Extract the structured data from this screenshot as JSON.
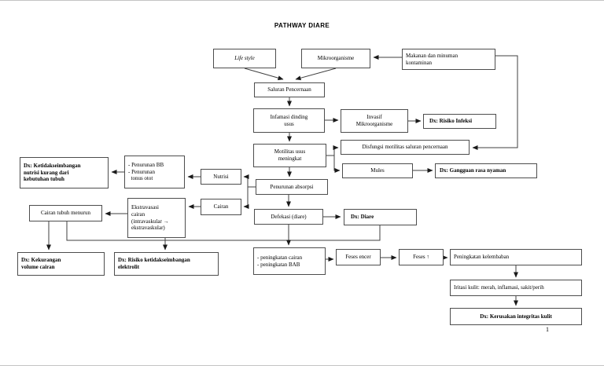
{
  "title": "PATHWAY DIARE",
  "page_number": "1",
  "colors": {
    "background": "#ffffff",
    "box_border": "#4d4d4d",
    "line": "#3f3f3f",
    "text": "#000000"
  },
  "nodes": {
    "life_style": {
      "label": "Life style"
    },
    "mikroorganisme": {
      "label": "Mikroorganisme"
    },
    "makanan_kontaminan": {
      "label": "Makanan dan minuman\nkontaminan"
    },
    "saluran_pencernaan": {
      "label": "Saluran Pencernaan"
    },
    "infamasi_dinding_usus": {
      "label": "Infamasi dinding\nusus"
    },
    "invasif_mikroorganisme": {
      "label": "Invasif\nMikroorganisme"
    },
    "dx_risiko_infeksi": {
      "label": "Dx: Risiko Infeksi"
    },
    "motilitas_usus_meningkat": {
      "label": "Motilitas usus\nmeningkat"
    },
    "disfungsi_motilitas": {
      "label": "Disfungsi motilitas saluran pencernaan"
    },
    "mules": {
      "label": "Mules"
    },
    "dx_gangguan_rasa_nyaman": {
      "label": "Dx: Gangguan rasa nyaman"
    },
    "penurunan_bb": {
      "label": "- Penurunan BB\n- Penurunan\n  tonus otot"
    },
    "nutrisi": {
      "label": "Nutrisi"
    },
    "dx_ketidakseimbangan_nutrisi": {
      "label": "Dx: Ketidakseimbangan\nnutrisi kurang dari\nkebutuhan tubuh"
    },
    "penurunan_absorpsi": {
      "label": "Penurunan absorpsi"
    },
    "cairan": {
      "label": "Cairan"
    },
    "ekstravasasi_cairan": {
      "label": "Ekstravasasi\ncairan\n(intravaskular →\nekstravaskular)"
    },
    "cairan_tubuh_menurun": {
      "label": "Cairan tubuh menurun"
    },
    "defekasi_diare": {
      "label": "Defekasi (diare)"
    },
    "dx_diare": {
      "label": "Dx: Diare"
    },
    "dx_kekurangan_volume_cairan": {
      "label": "Dx: Kekurangan\nvolume cairan"
    },
    "dx_risiko_ketidakseimbangan_elektrolit": {
      "label": "Dx: Risiko ketidakseimbangan\nelektrolit"
    },
    "peningkatan_cairan_bab": {
      "label": "- peningkatan cairan\n- peningkatan BAB"
    },
    "feses_encer": {
      "label": "Feses encer"
    },
    "feses_meningkat": {
      "label": "Feses ↑"
    },
    "peningkatan_kelembaban": {
      "label": "Peningkatan kelembaban"
    },
    "iritasi_kulit": {
      "label": "Iritasi kulit: merah, inflamasi, sakit/perih"
    },
    "dx_kerusakan_integritas_kulit": {
      "label": "Dx: Kerusakan integritas kulit"
    }
  }
}
